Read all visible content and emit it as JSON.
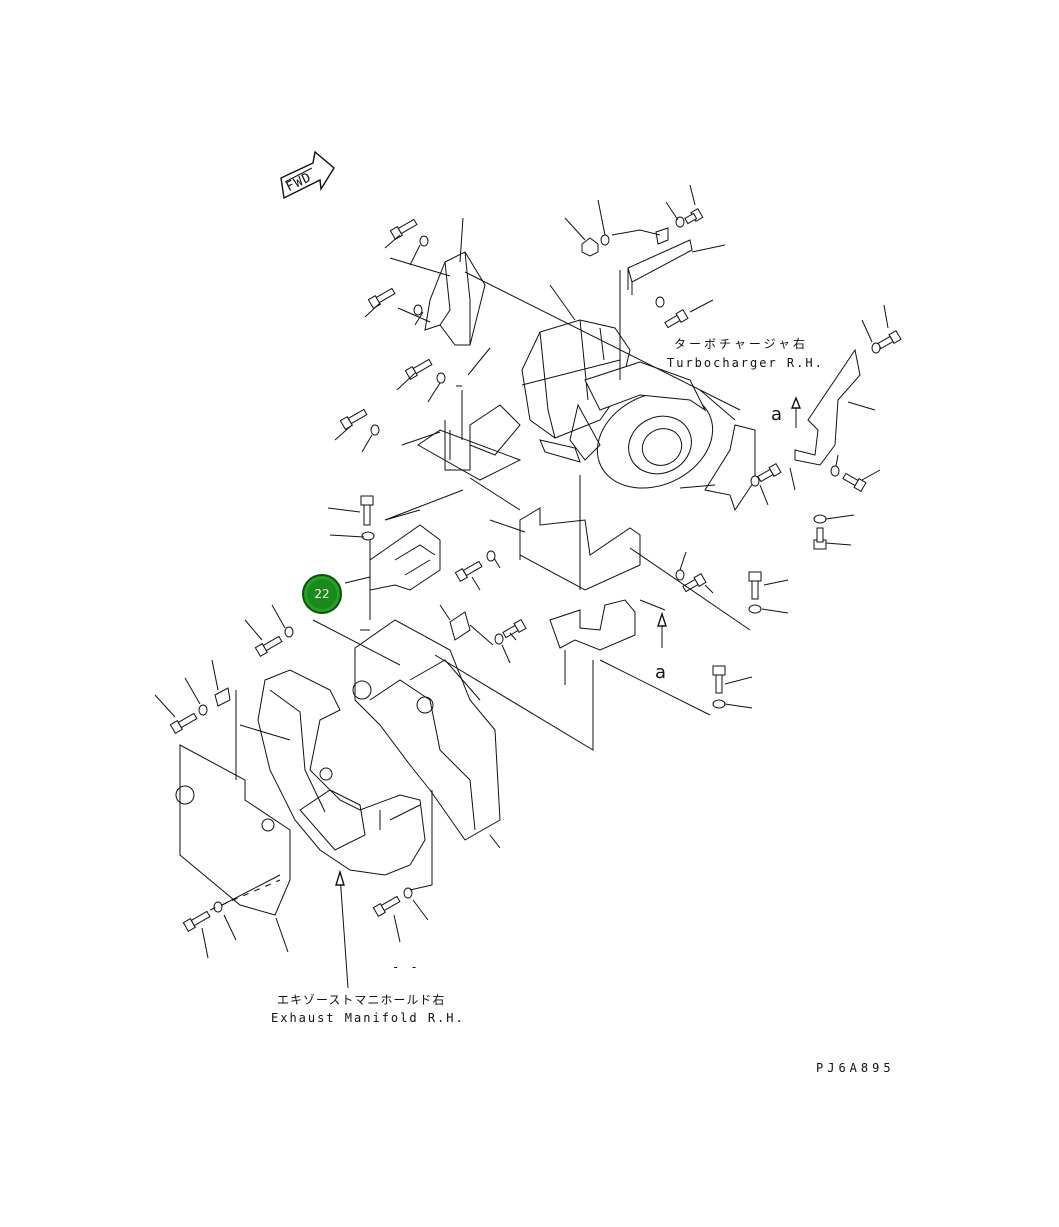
{
  "fwd_label": "FWD",
  "turbocharger": {
    "label_jp": "ターボチャージャ右",
    "label_en": "Turbocharger R.H."
  },
  "exhaust_manifold": {
    "label_jp": "エキゾーストマニホールド右",
    "label_en": "Exhaust Manifold R.H."
  },
  "view_marker_1": "a",
  "view_marker_2": "a",
  "callout": {
    "number": "22",
    "color": "#1a8a1a"
  },
  "drawing_code": "PJ6A895",
  "dash_mark": "- -"
}
